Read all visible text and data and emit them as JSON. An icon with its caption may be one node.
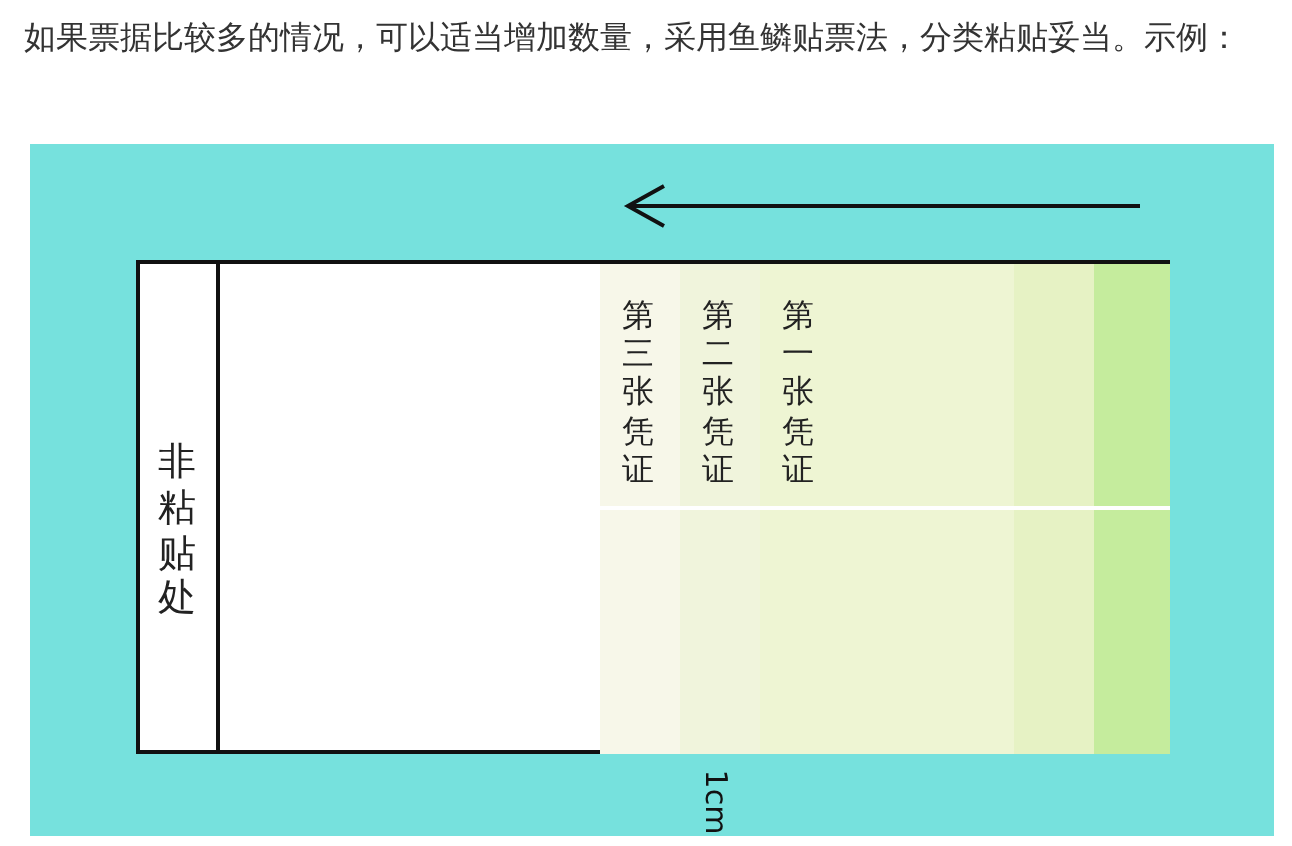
{
  "diagram": {
    "title": "如果票据比较多的情况，可以适当增加数量，采用鱼鳞贴票法，分类粘贴妥当。示例：",
    "nodes": [
      {
        "text": [],
        "shape": "box"
      },
      {
        "text": [
          "非粘贴处"
        ],
        "in": 0
      },
      {
        "text": [
          "第三张凭证"
        ],
        "in": 0
      },
      {
        "text": [
          "第二张凭证"
        ],
        "in": 0
      },
      {
        "text": [
          "第一张凭证"
        ],
        "in": 0
      }
    ],
    "edges": [],
    "labels": [
      "1cm"
    ]
  }
}
